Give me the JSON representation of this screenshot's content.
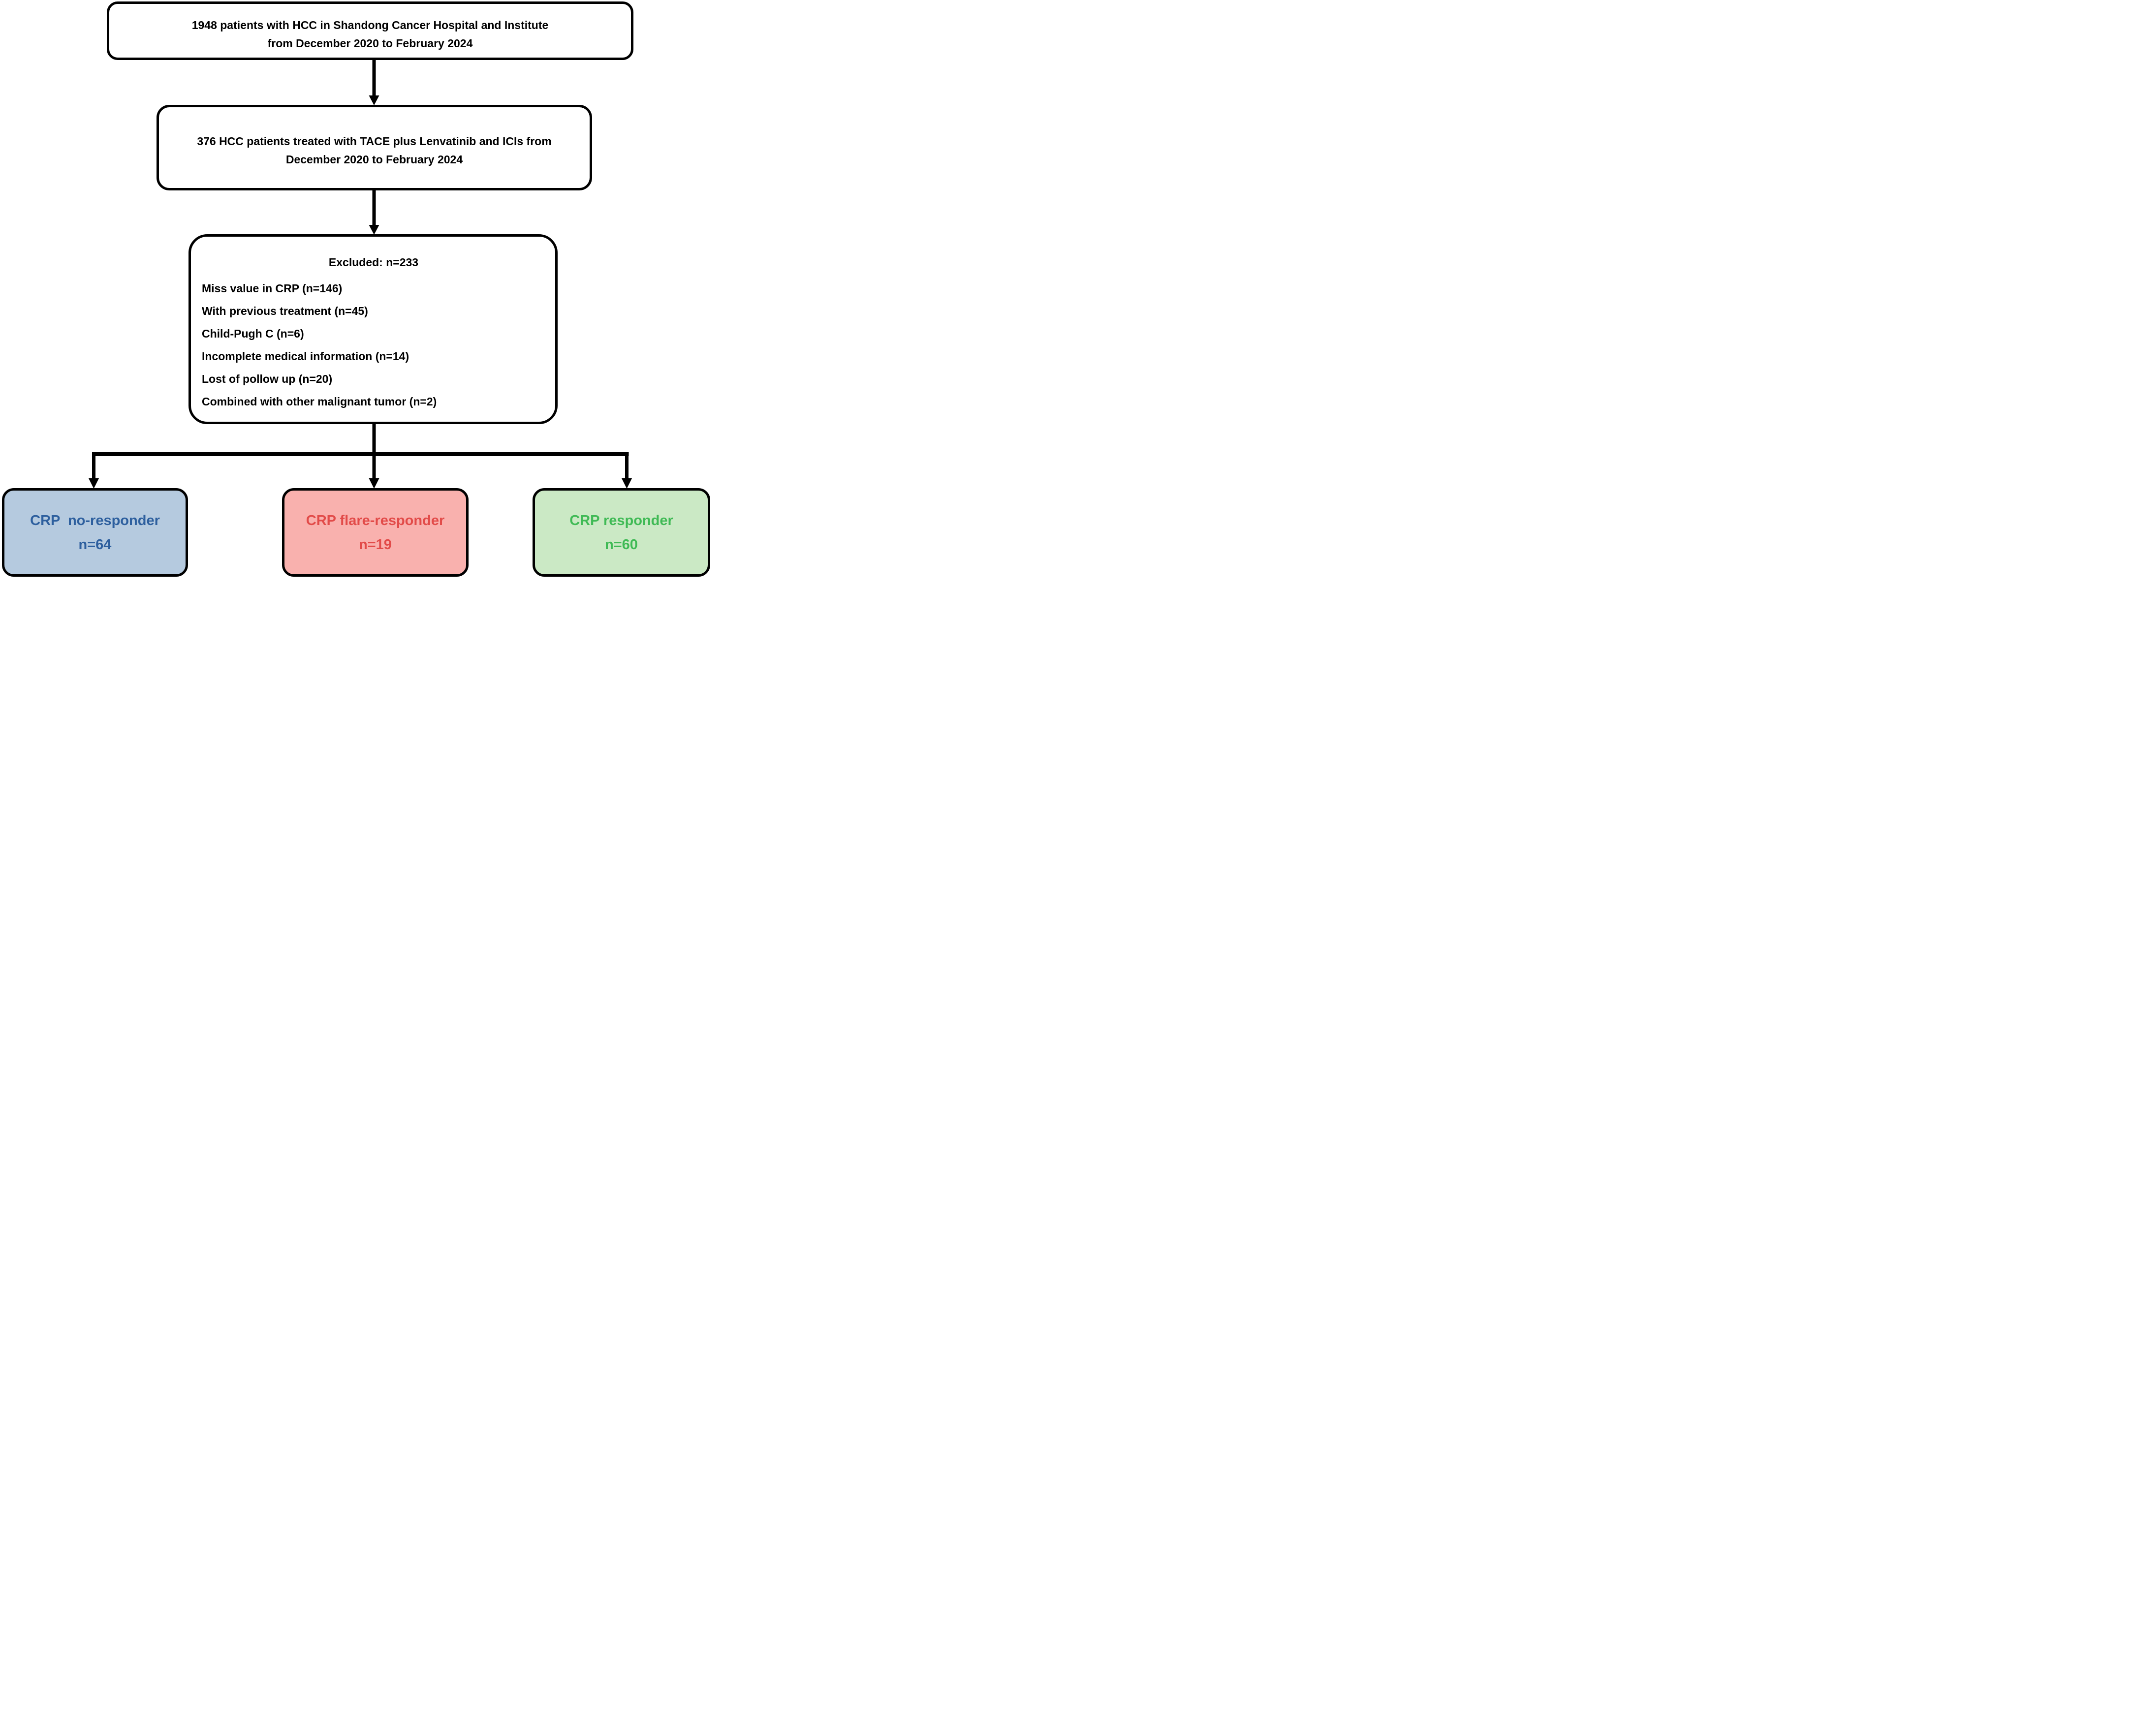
{
  "diagram": {
    "top_box": {
      "lines": [
        "1948 patients with HCC in Shandong Cancer Hospital and Institute",
        "from December 2020 to February 2024"
      ]
    },
    "second_box": {
      "lines": [
        "376 HCC patients treated with TACE plus Lenvatinib and ICIs from",
        "December 2020 to February 2024"
      ]
    },
    "excluded_box": {
      "title": "Excluded: n=233",
      "items": [
        "Miss value in CRP (n=146)",
        "With previous treatment (n=45)",
        "Child-Pugh C (n=6)",
        "Incomplete medical information (n=14)",
        "Lost of pollow up (n=20)",
        "Combined with other malignant tumor (n=2)"
      ]
    },
    "outcome_boxes": [
      {
        "label": "CRP  no-responder",
        "count": "n=64",
        "fill": "#B5CADF",
        "text_color": "#2D5F9E"
      },
      {
        "label": "CRP flare-responder",
        "count": "n=19",
        "fill": "#F9B1AE",
        "text_color": "#E24B49"
      },
      {
        "label": "CRP responder",
        "count": "n=60",
        "fill": "#CBE9C5",
        "text_color": "#3FBA55"
      }
    ],
    "colors": {
      "line": "#000000",
      "box_border": "#000000",
      "box_fill": "#FFFFFF"
    }
  }
}
